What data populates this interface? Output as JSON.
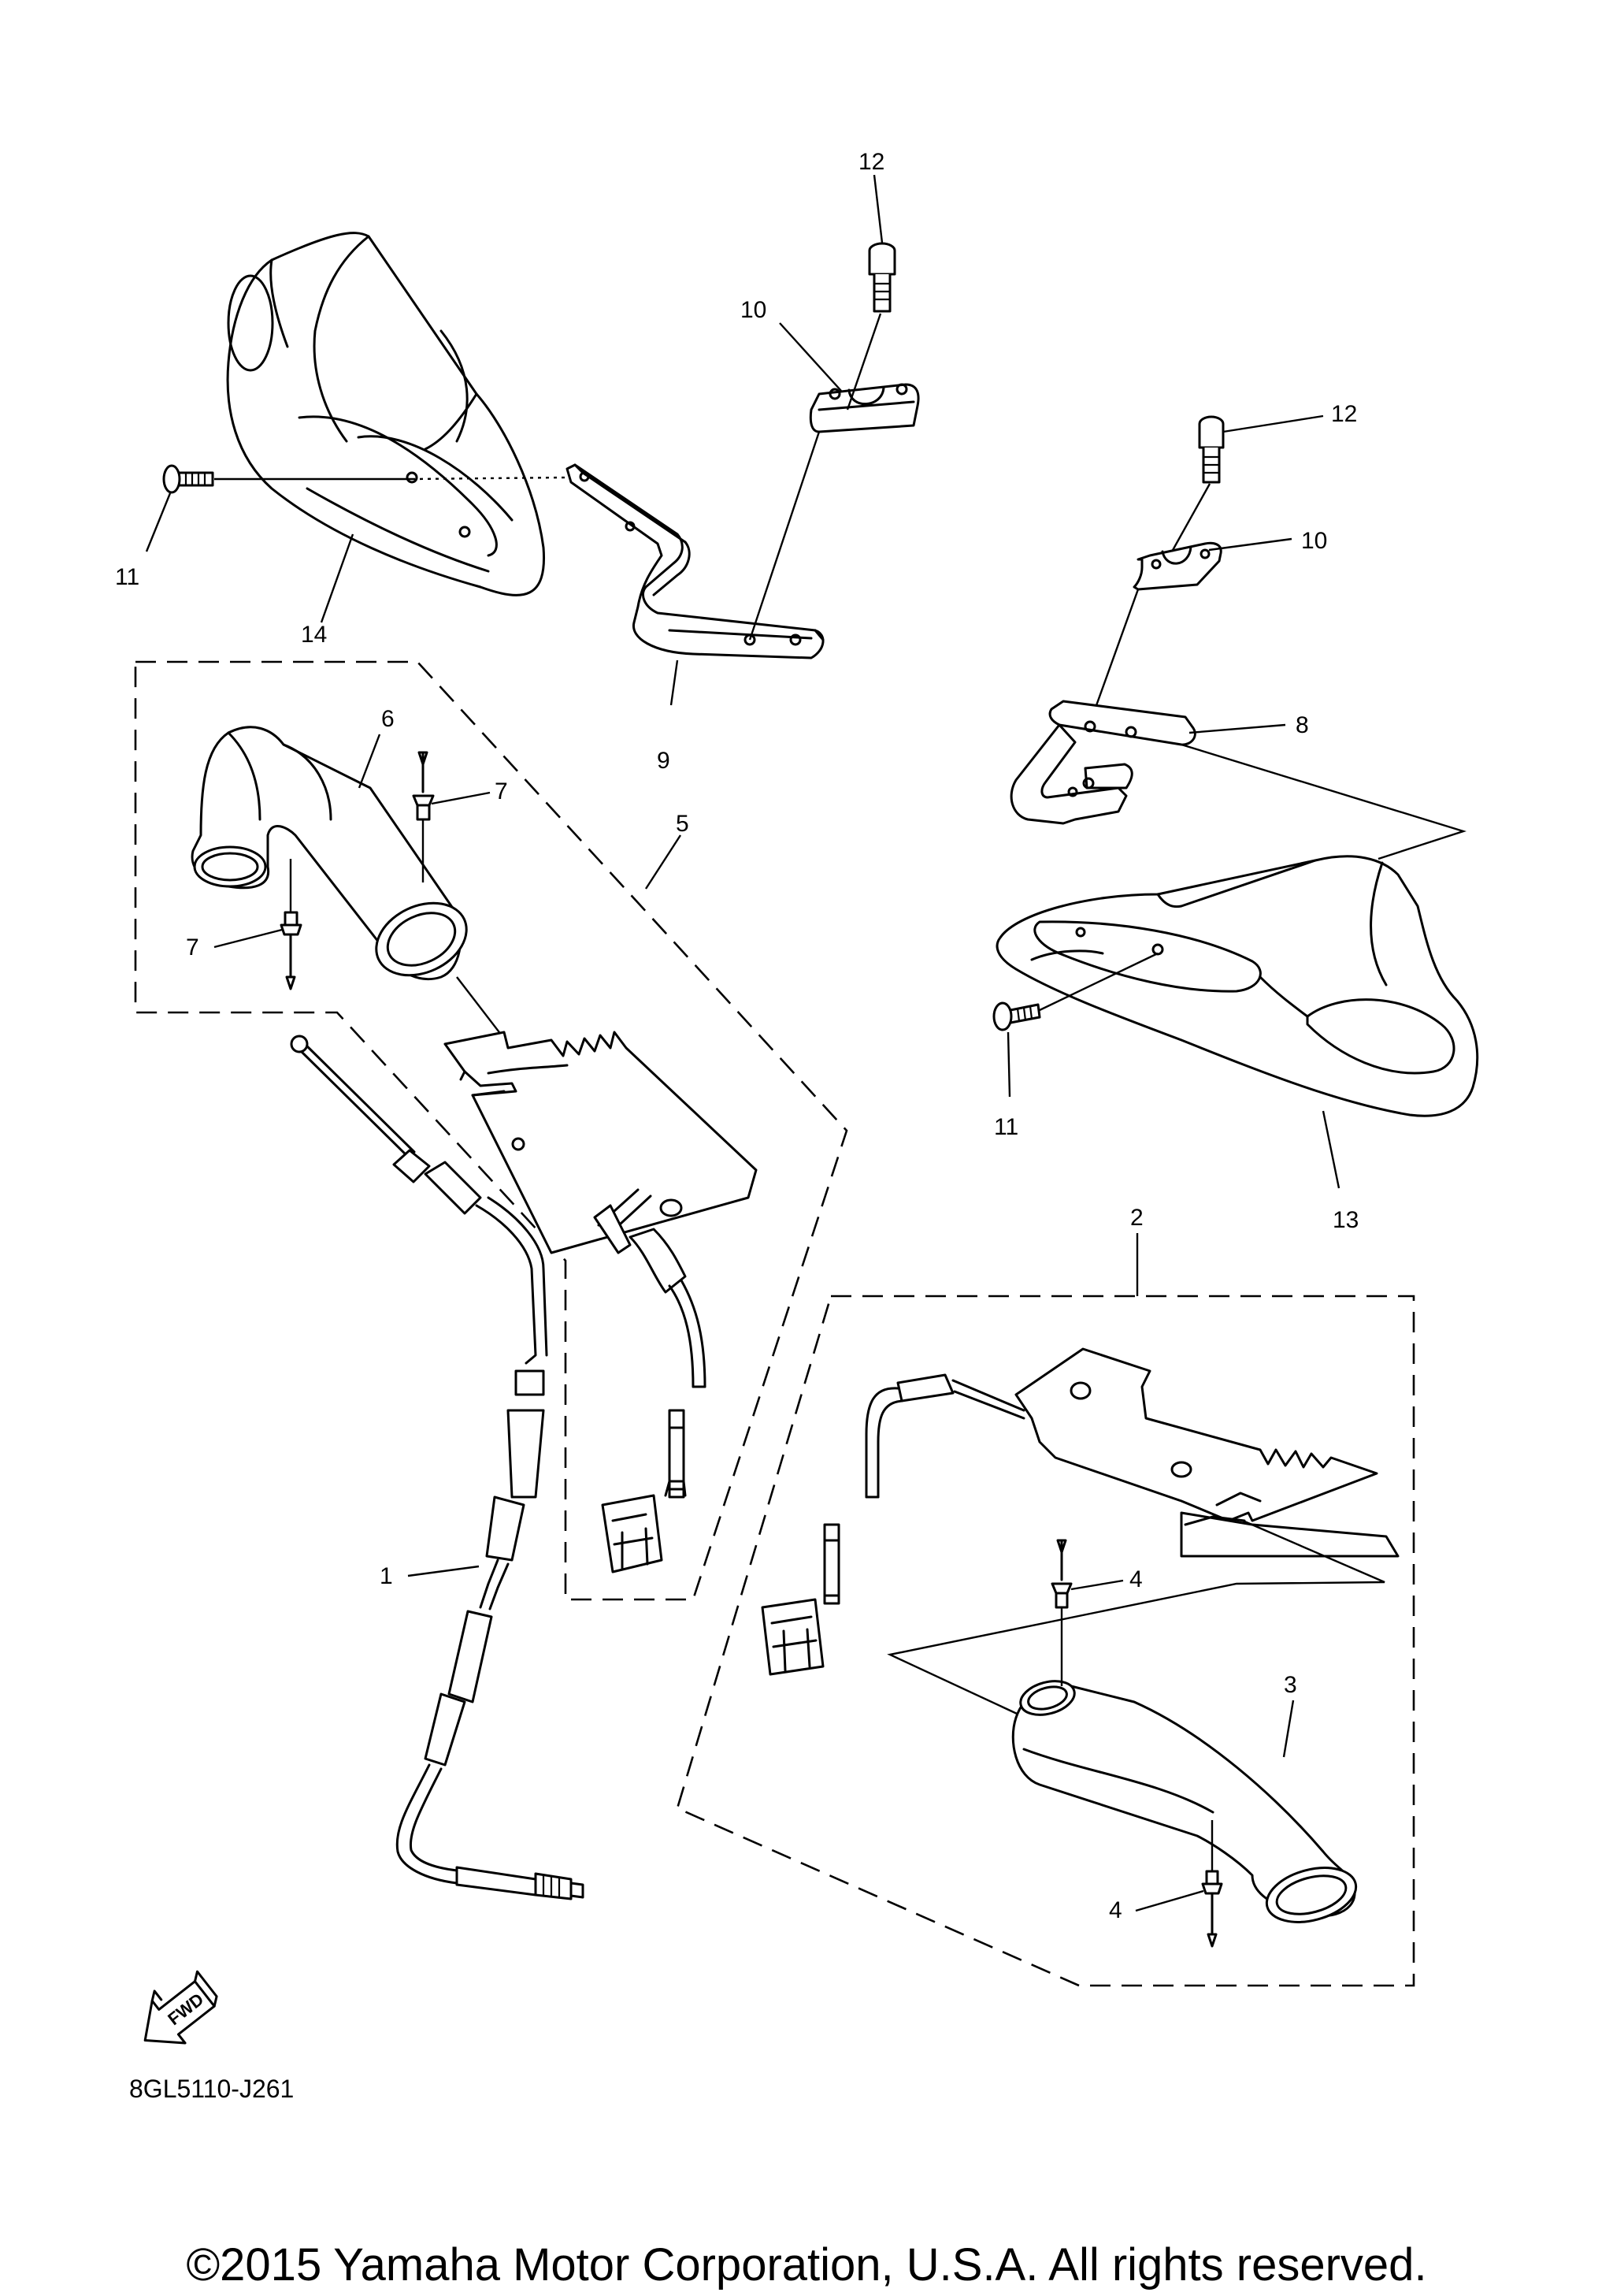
{
  "callouts": {
    "c1": "1",
    "c2": "2",
    "c3": "3",
    "c4a": "4",
    "c4b": "4",
    "c5": "5",
    "c6": "6",
    "c7a": "7",
    "c7b": "7",
    "c8": "8",
    "c9": "9",
    "c10a": "10",
    "c10b": "10",
    "c11a": "11",
    "c11b": "11",
    "c12a": "12",
    "c12b": "12",
    "c13": "13",
    "c14": "14"
  },
  "fwd_label": "FWD",
  "diagram_code": "8GL5110-J261",
  "copyright": "©2015 Yamaha Motor Corporation, U.S.A. All rights reserved."
}
